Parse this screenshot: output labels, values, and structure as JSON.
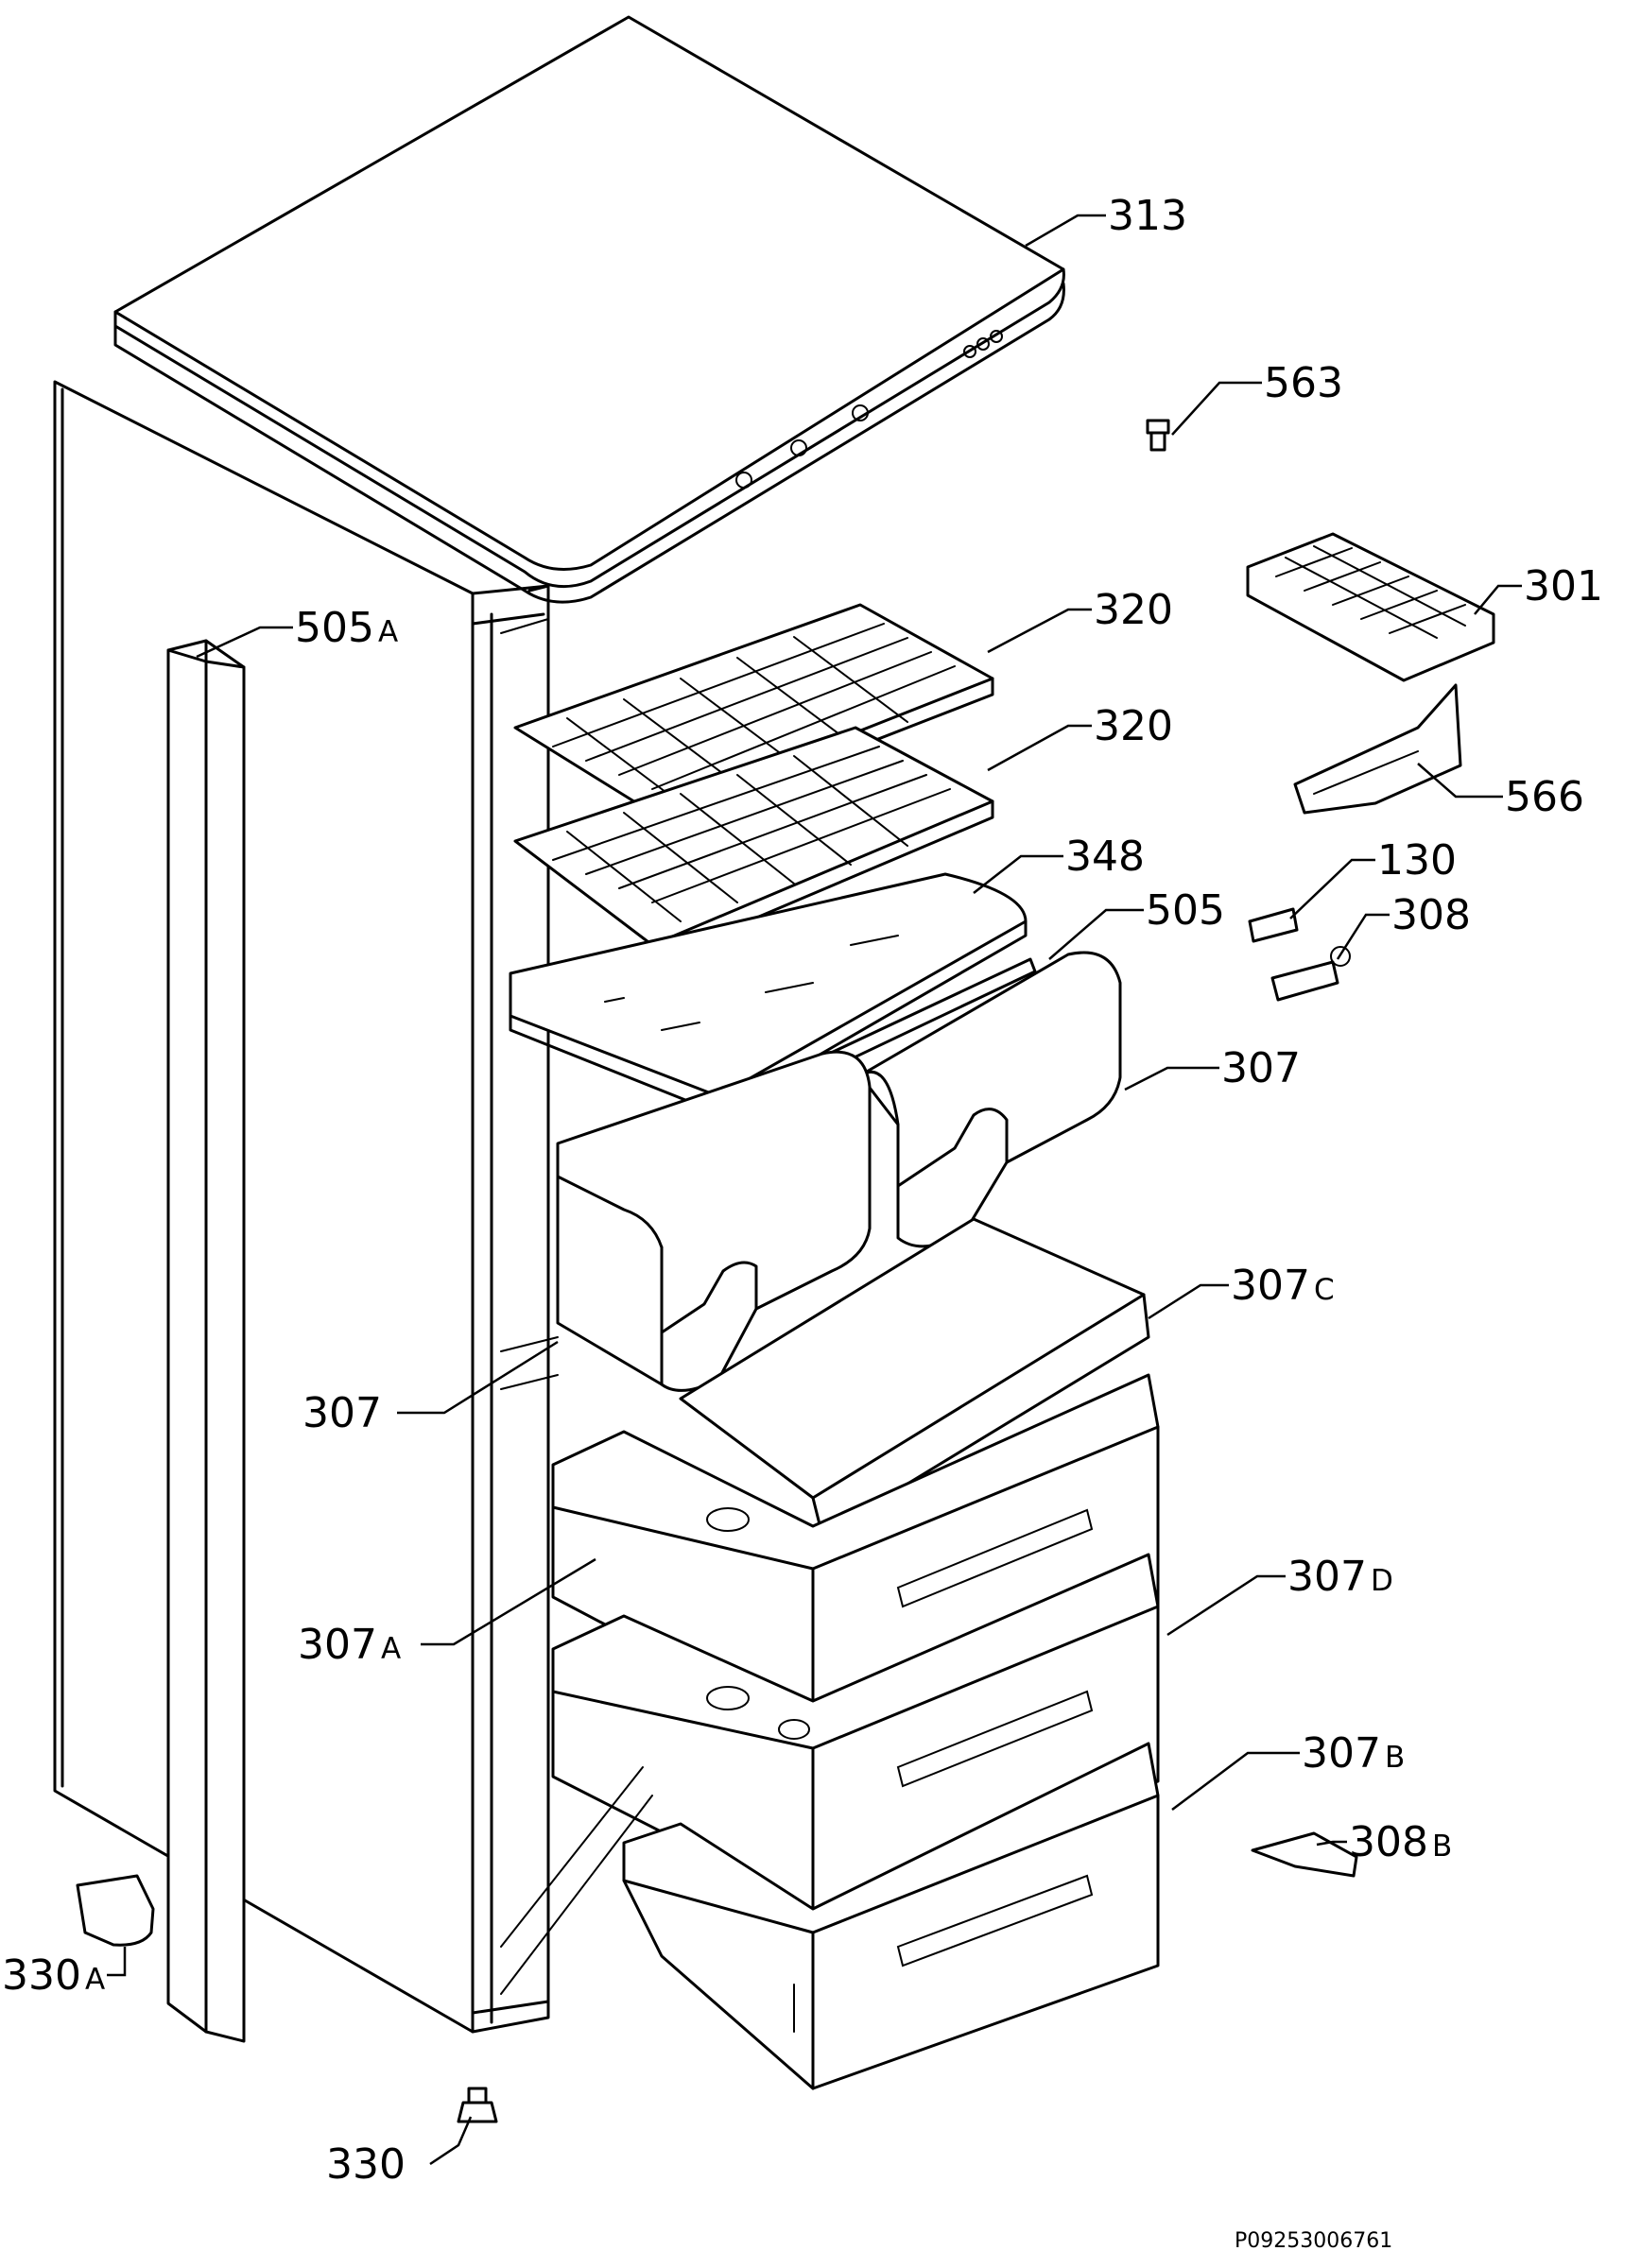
{
  "callouts": {
    "c313": "313",
    "c563": "563",
    "c301": "301",
    "c505a": "505",
    "c505a_sub": "A",
    "c320a": "320",
    "c320b": "320",
    "c566": "566",
    "c348": "348",
    "c130": "130",
    "c505": "505",
    "c308": "308",
    "c307r": "307",
    "c307l": "307",
    "c307c": "307",
    "c307c_sub": "C",
    "c307a": "307",
    "c307a_sub": "A",
    "c307d": "307",
    "c307d_sub": "D",
    "c307b": "307",
    "c307b_sub": "B",
    "c308b": "308",
    "c308b_sub": "B",
    "c330a": "330",
    "c330a_sub": "A",
    "c330": "330"
  },
  "drawing_code": "P09253006761"
}
